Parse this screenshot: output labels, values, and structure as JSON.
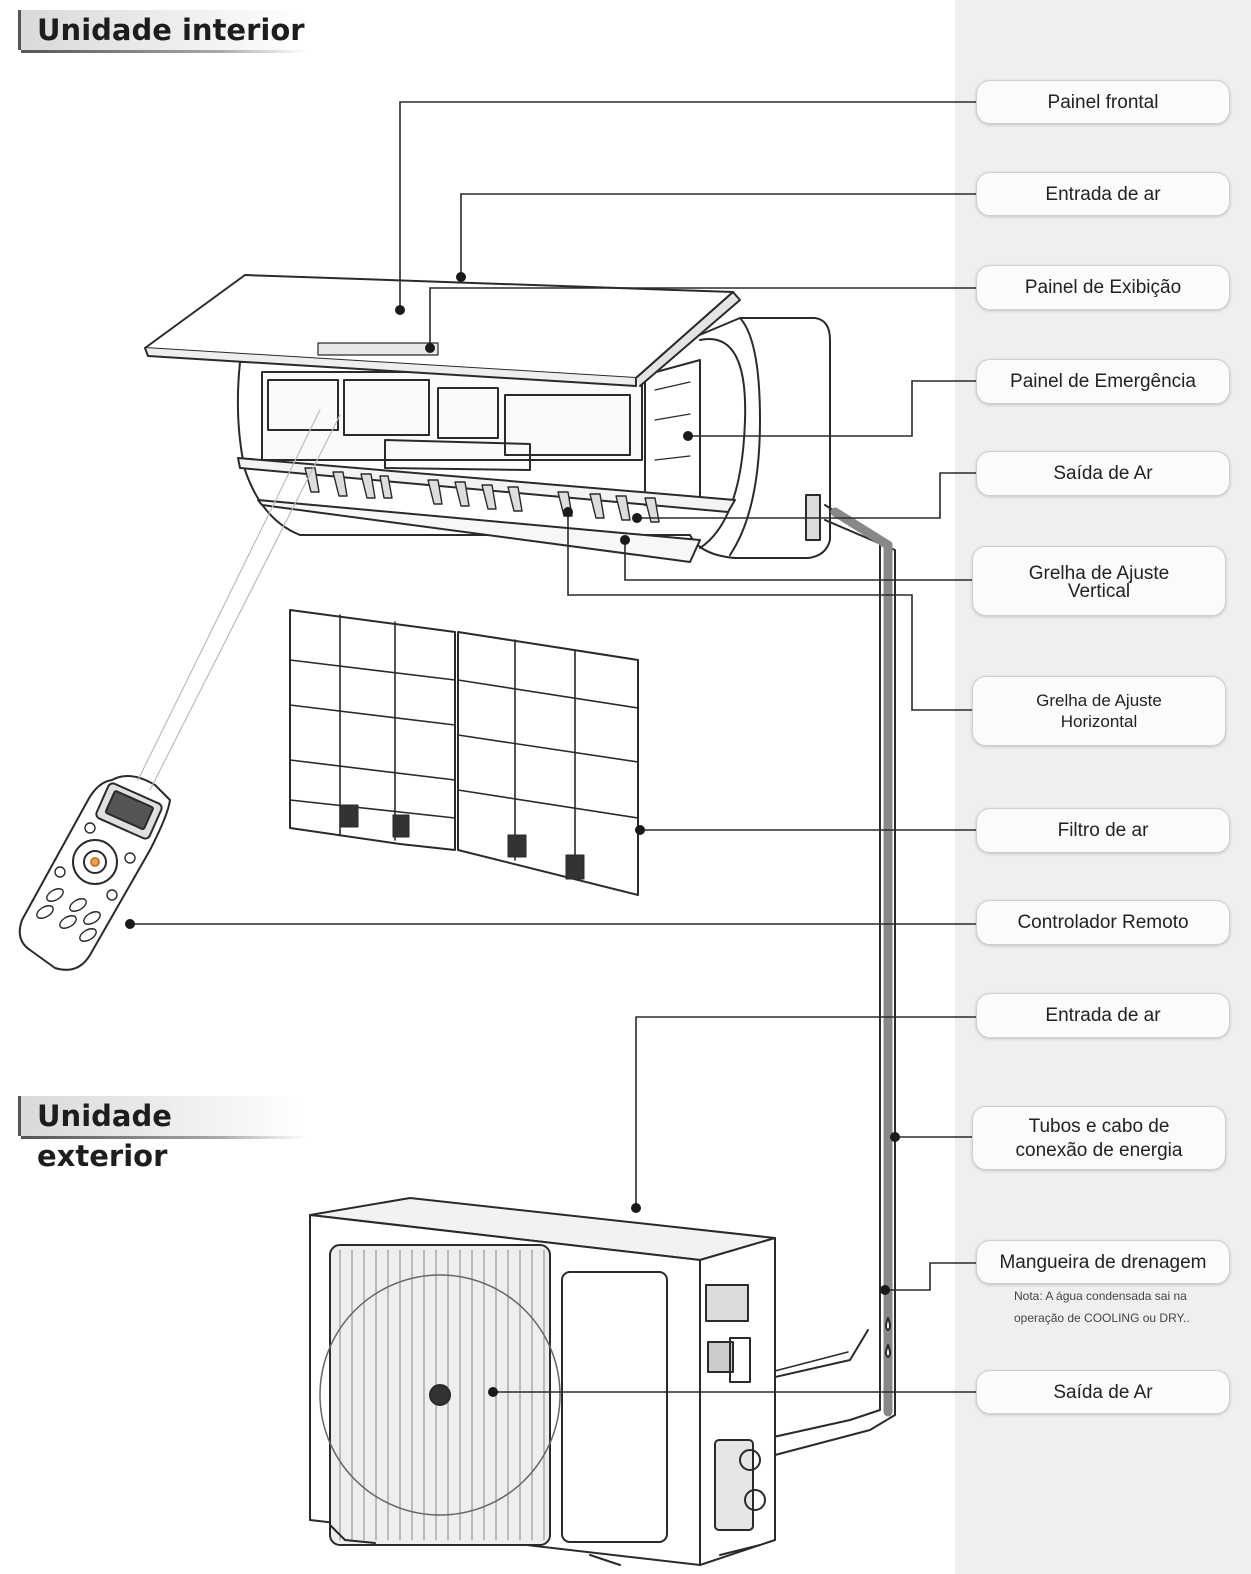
{
  "sections": {
    "indoor": "Unidade interior",
    "outdoor": "Unidade exterior"
  },
  "labels": {
    "front_panel": "Painel frontal",
    "air_inlet_indoor": "Entrada de ar",
    "display_panel": "Painel de Exibição",
    "emergency_panel": "Painel de Emergência",
    "air_outlet_indoor": "Saída de Ar",
    "vertical_louver_1": "Grelha de Ajuste",
    "vertical_louver_2": "Vertical",
    "horizontal_louver_1": "Grelha de Ajuste",
    "horizontal_louver_2": "Horizontal",
    "air_filter": "Filtro de ar",
    "remote_controller": "Controlador Remoto",
    "air_inlet_outdoor": "Entrada de ar",
    "pipes_1": "Tubos e cabo de",
    "pipes_2": "conexão de energia",
    "drain_hose": "Mangueira de drenagem",
    "air_outlet_outdoor": "Saída de Ar"
  },
  "note": {
    "line1": "Nota: A água condensada sai na",
    "line2": "operação de COOLING ou DRY.."
  },
  "colors": {
    "right_band": "#efefef",
    "line": "#2a2a2a"
  }
}
